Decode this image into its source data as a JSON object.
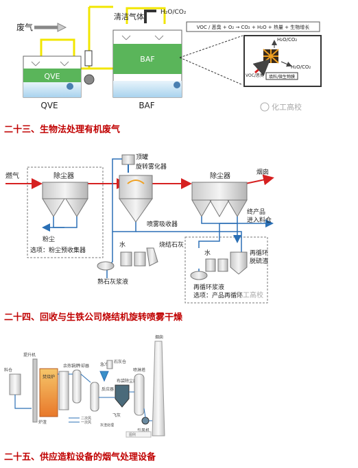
{
  "section1": {
    "waste_gas": "废气",
    "clean_gas": "清洁气体",
    "qve": "QVE",
    "baf_box": "BAF",
    "label_qve": "QVE",
    "label_baf": "BAF",
    "formula_box": "VOC / 恶臭 + O₂ → CO₂ + H₂O + 热量 + 生物增长",
    "inset_top": "H₂O/CO₂",
    "inset_right": "H₂O/CO₂",
    "inset_left": "VOC/恶臭",
    "inset_bottom": "填料/微生物膜",
    "watermark": "化工高校",
    "caption": "二十三、生物法处理有机废气"
  },
  "section2": {
    "flue_gas": "燃气",
    "dust_collector_1": "除尘器",
    "dust": "粉尘",
    "option_dust": "选项：粉尘预收集器",
    "top_tank": "顶罐",
    "rotary_atomizer": "旋转雾化器",
    "spray_absorber": "喷雾吸收器",
    "dust_collector_2": "除尘器",
    "chimney": "烟囱",
    "final_product_1": "终产品",
    "final_product_2": "进入料仓",
    "water_1": "水",
    "water_2": "水",
    "sintered_lime": "烧结石灰",
    "lime_slurry": "熟石灰浆液",
    "recirc_desulf_1": "再循环",
    "recirc_desulf_2": "脱硫渣",
    "recirc_slurry": "再循环浆液",
    "option_product": "选项：产品再循环",
    "watermark": "化工高校",
    "caption": "二十四、回收与生铁公司烧结机旋转喷雾干燥"
  },
  "section3": {
    "chimney": "烟囱",
    "elevator": "提升机",
    "silo": "料仓",
    "furnace": "焚烧炉",
    "waste_boiler": "余热锅炉",
    "cooler": "冷却器",
    "quench": "急冷塔",
    "reactor": "反应器",
    "bag_filter": "布袋除尘器",
    "spray_tower": "喷淋塔",
    "fan": "引风机",
    "fly_ash": "飞灰",
    "air_1": "二次风",
    "air_2": "一次风",
    "ash_handling": "灰渣处理",
    "furnace_bottom": "炉渣",
    "lime_silo": "石灰仓",
    "legend": "图例",
    "caption": "二十五、供应造粒设备的烟气处理设备"
  },
  "colors": {
    "caption_red": "#c00000",
    "pipe_yellow": "#f2e600",
    "tank_green": "#5ab55a",
    "tank_blue": "#bfe0f2",
    "flow_red": "#d62020",
    "flow_blue": "#2a6fb5"
  }
}
